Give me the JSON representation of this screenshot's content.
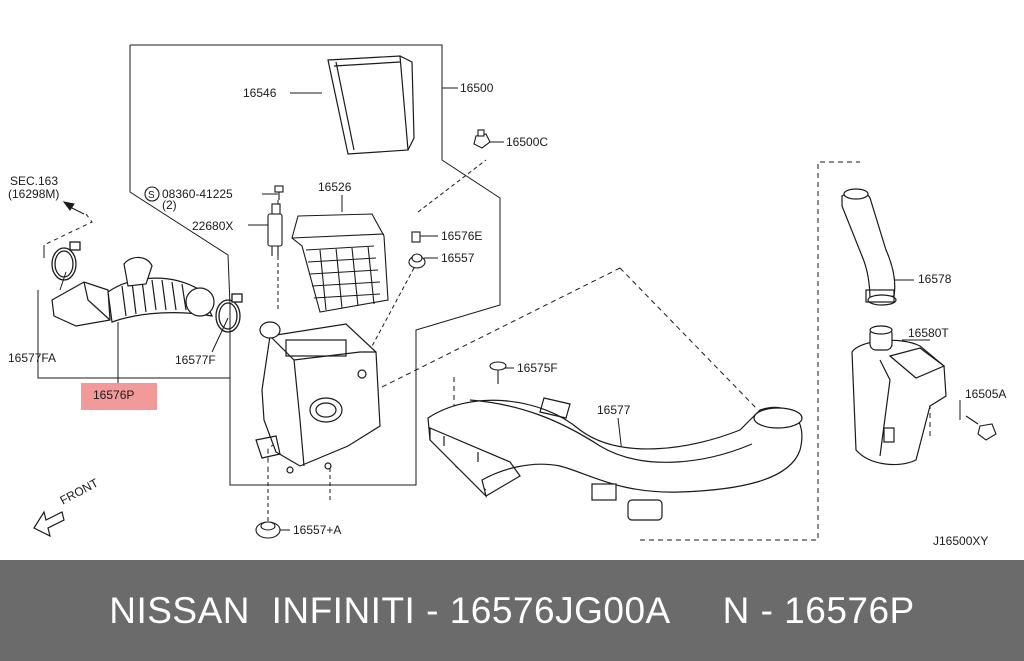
{
  "labels": {
    "p16546": "16546",
    "p16500": "16500",
    "p16500c": "16500C",
    "p16526": "16526",
    "s08360": "08360-41225",
    "s08360_qty": "(2)",
    "p22680x": "22680X",
    "p16576e": "16576E",
    "p16557": "16557",
    "sec163": "SEC.163",
    "sec163_ref": "(16298M)",
    "p16577fa": "16577FA",
    "p16577f": "16577F",
    "p16576p": "16576P",
    "p16575f": "16575F",
    "p16577": "16577",
    "p16578": "16578",
    "p16580t": "16580T",
    "p16505a": "16505A",
    "p16557a": "16557+A",
    "front": "FRONT",
    "ref_code": "J16500XY"
  },
  "footer": {
    "text": "NISSAN  INFINITI - 16576JG00A     N - 16576P"
  },
  "colors": {
    "highlight": "#f29a9a",
    "footer_bg": "#6b6b6b",
    "footer_text": "#ffffff",
    "line": "#1a1a1a"
  }
}
